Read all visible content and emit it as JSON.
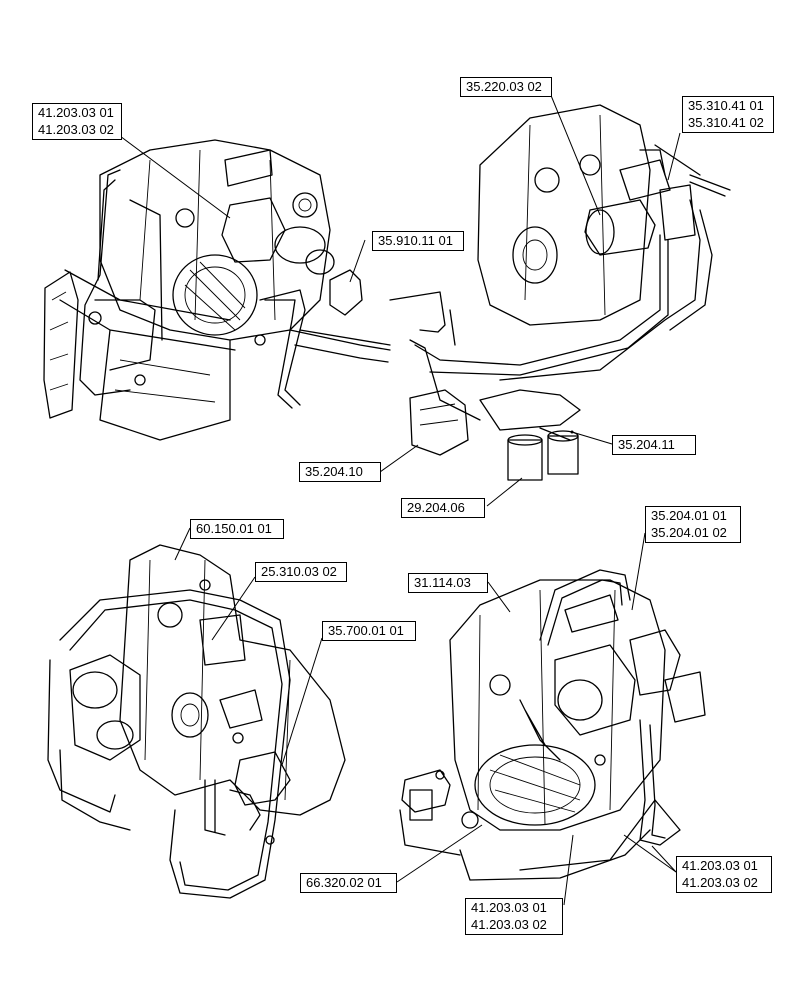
{
  "callouts": {
    "tl_a": "41.203.03 01",
    "tl_b": "41.203.03 02",
    "c_35910": "35.910.11 01",
    "c_35220": "35.220.03 02",
    "tr_a": "35.310.41 01",
    "tr_b": "35.310.41 02",
    "c_35204_11": "35.204.11",
    "c_35204_10": "35.204.10",
    "c_29204": "29.204.06",
    "c_60150": "60.150.01 01",
    "c_25310": "25.310.03 02",
    "c_35700": "35.700.01 01",
    "c_31114": "31.114.03",
    "mr_a": "35.204.01 01",
    "mr_b": "35.204.01 02",
    "c_66320": "66.320.02 01",
    "br_a": "41.203.03 01",
    "br_b": "41.203.03 02",
    "bc_a": "41.203.03 01",
    "bc_b": "41.203.03 02"
  }
}
